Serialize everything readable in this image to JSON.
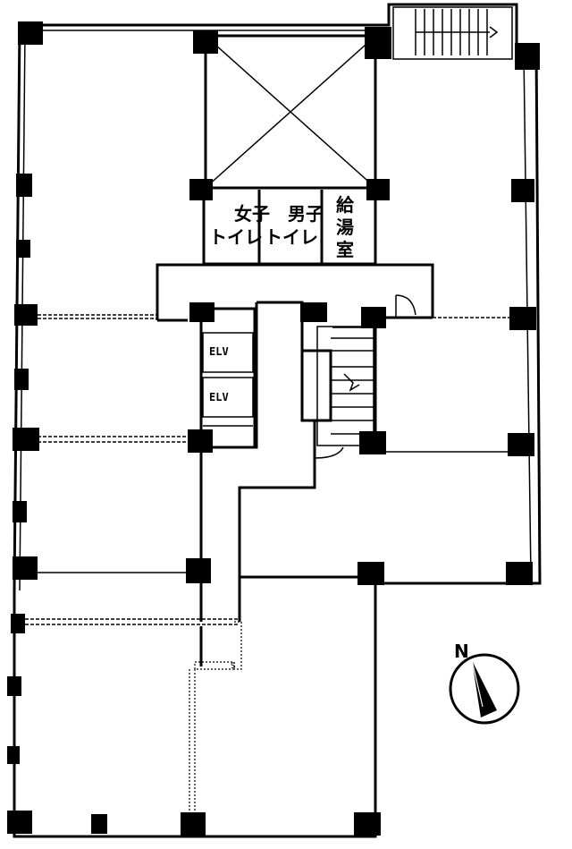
{
  "rooms": {
    "womens_toilet": {
      "line1": "女子",
      "line2": "トイレ"
    },
    "mens_toilet": {
      "line1": "男子",
      "line2": "トイレ"
    },
    "kitchenette": {
      "chars": [
        "給",
        "湯",
        "室"
      ]
    }
  },
  "elevators": [
    {
      "label": "ELV"
    },
    {
      "label": "ELV"
    }
  ],
  "compass": {
    "label": "N"
  },
  "pipe_mark": {
    "label": "S"
  }
}
